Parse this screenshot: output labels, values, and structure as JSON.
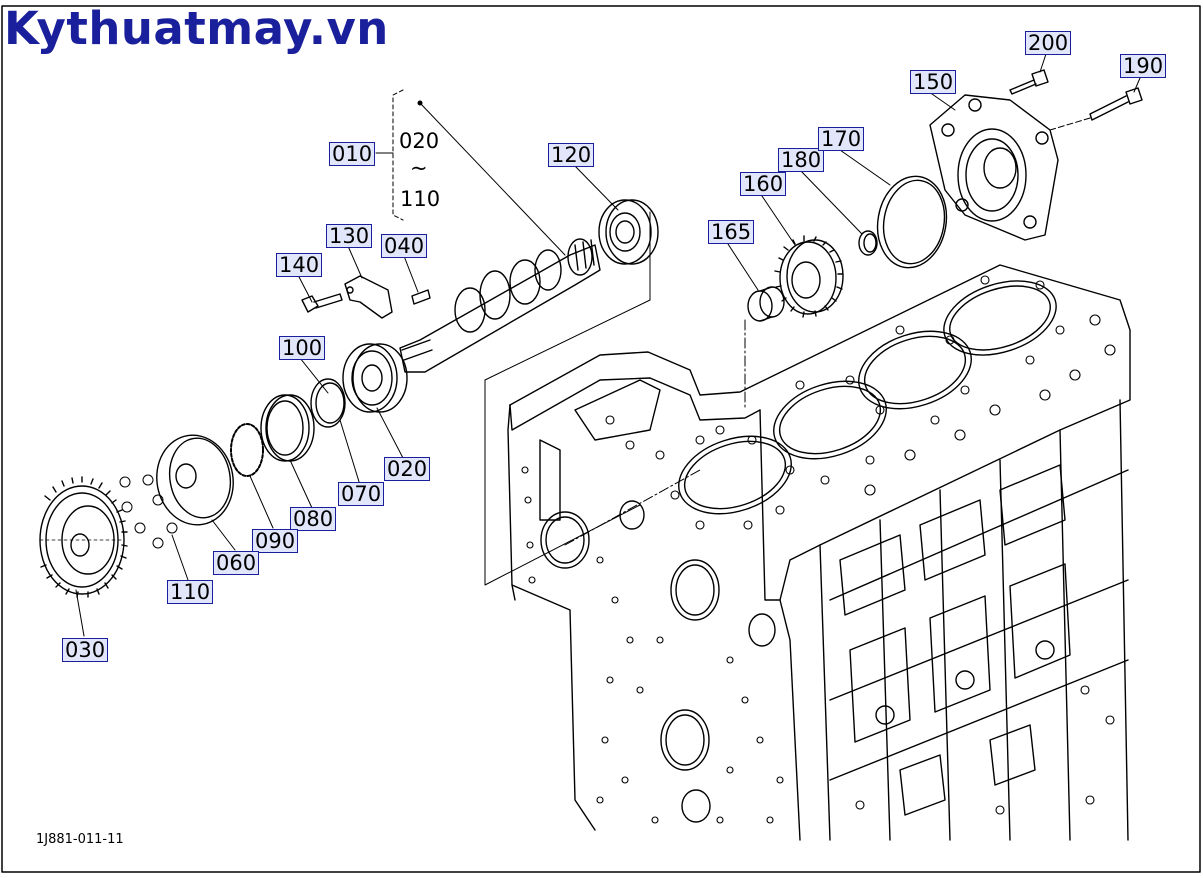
{
  "brand": "Kythuatmay.vn",
  "diagram_code": "1J881-011-11",
  "range_label": {
    "from": "020",
    "symbol": "~",
    "to": "110"
  },
  "callouts": {
    "p010": "010",
    "p020": "020",
    "p030": "030",
    "p040": "040",
    "p060": "060",
    "p070": "070",
    "p080": "080",
    "p090": "090",
    "p100": "100",
    "p110": "110",
    "p120": "120",
    "p130": "130",
    "p140": "140",
    "p150": "150",
    "p160": "160",
    "p165": "165",
    "p170": "170",
    "p180": "180",
    "p190": "190",
    "p200": "200"
  }
}
